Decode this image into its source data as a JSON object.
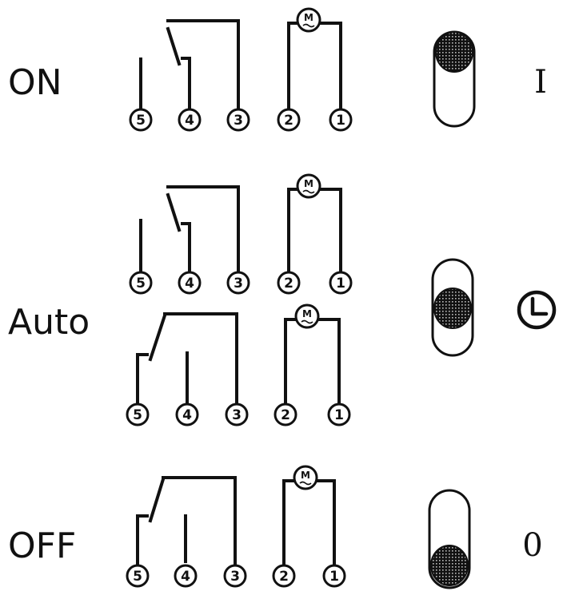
{
  "colors": {
    "ink": "#111111",
    "paper": "#ffffff"
  },
  "modes": [
    {
      "label": "ON",
      "indicator": "I",
      "indicator_icon": "",
      "switch_position": "top",
      "circuits": [
        {
          "terminals": [
            "5",
            "4",
            "3",
            "2",
            "1"
          ],
          "motor_label": "M",
          "contact": "3-4"
        }
      ]
    },
    {
      "label": "Auto",
      "indicator": "",
      "indicator_icon": "clock-icon",
      "switch_position": "middle",
      "circuits": [
        {
          "terminals": [
            "5",
            "4",
            "3",
            "2",
            "1"
          ],
          "motor_label": "M",
          "contact": "3-4"
        },
        {
          "terminals": [
            "5",
            "4",
            "3",
            "2",
            "1"
          ],
          "motor_label": "M",
          "contact": "3-5"
        }
      ]
    },
    {
      "label": "OFF",
      "indicator": "0",
      "indicator_icon": "",
      "switch_position": "bottom",
      "circuits": [
        {
          "terminals": [
            "5",
            "4",
            "3",
            "2",
            "1"
          ],
          "motor_label": "M",
          "contact": "3-5"
        }
      ]
    }
  ]
}
